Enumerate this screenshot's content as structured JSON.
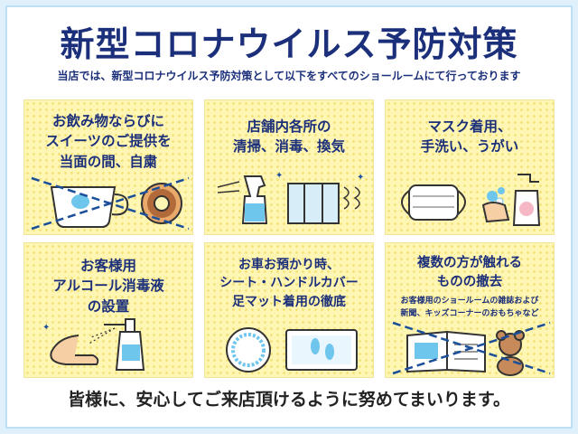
{
  "title": "新型コロナウイルス予防対策",
  "subtitle": "当店では、新型コロナウイルス予防対策として以下をすべてのショールームにて行っております",
  "panels": [
    {
      "lines": [
        "お飲み物ならびに",
        "スイーツのご提供を",
        "当面の間、自粛"
      ]
    },
    {
      "lines": [
        "店舗内各所の",
        "清掃、消毒、換気"
      ]
    },
    {
      "lines": [
        "マスク着用、",
        "手洗い、うがい"
      ]
    },
    {
      "lines": [
        "お客様用",
        "アルコール消毒液",
        "の設置"
      ]
    },
    {
      "lines": [
        "お車お預かり時、",
        "シート・ハンドルカバー",
        "足マット着用の徹底"
      ]
    },
    {
      "lines": [
        "複数の方が触れる",
        "ものの撤去"
      ],
      "note": [
        "お客様用のショールームの雑誌および",
        "新聞、キッズコーナーのおもちゃなど"
      ]
    }
  ],
  "footer": "皆様に、安心してご来店頂けるように努めてまいります。",
  "colors": {
    "navy": "#1b2f7a",
    "panel": "#fff6b4",
    "dots": "#f3e27a",
    "border": "#dff0fb",
    "water": "#6ec6ec"
  }
}
